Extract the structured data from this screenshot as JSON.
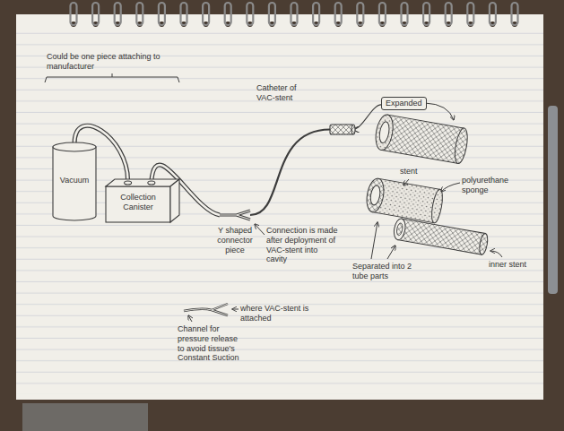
{
  "diagram": {
    "nodes": [
      {
        "text": [
          "Catheter of VAC-stent"
        ]
      },
      {
        "text": [
          "Expanded"
        ]
      },
      {
        "text": [
          "Vacuum"
        ]
      },
      {
        "text": [
          "Collection Canister"
        ]
      },
      {
        "text": [
          "Y shaped connector piece"
        ]
      }
    ],
    "edges": [
      {
        "from": 2,
        "to": 3,
        "arrow": "none"
      },
      {
        "from": 3,
        "to": 4,
        "arrow": "none"
      },
      {
        "from": 4,
        "to": 0,
        "arrow": "none"
      },
      {
        "from": 1,
        "to": 0,
        "arrow": "to"
      }
    ],
    "labels": [
      "Could be one piece attaching to manufacturer",
      "Connection is made after deployment of VAC-stent into cavity",
      "polyurethane sponge",
      "stent",
      "Separated into 2 tube parts",
      "inner stent",
      "where VAC-stent is attached",
      "Channel for pressure release to avoid tissue's Constant Suction"
    ]
  }
}
